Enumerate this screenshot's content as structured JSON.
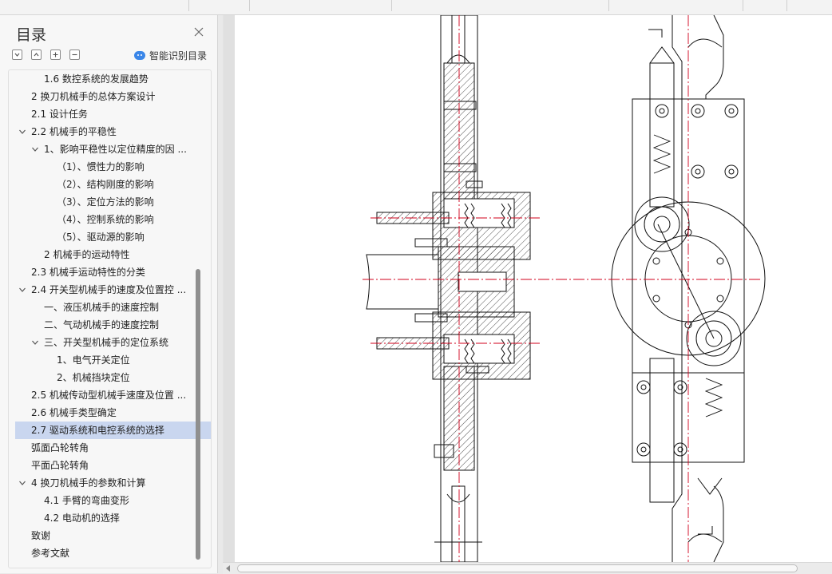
{
  "sidebar": {
    "title": "目录",
    "smart_toc_label": "智能识别目录",
    "items": [
      {
        "label": "1.6 数控系统的发展趋势"
      },
      {
        "label": "2 换刀机械手的总体方案设计"
      },
      {
        "label": "2.1 设计任务"
      },
      {
        "label": "2.2 机械手的平稳性"
      },
      {
        "label": "1、影响平稳性以定位精度的因 ..."
      },
      {
        "label": "（1）、惯性力的影响"
      },
      {
        "label": "（2）、结构刚度的影响"
      },
      {
        "label": "（3）、定位方法的影响"
      },
      {
        "label": "（4）、控制系统的影响"
      },
      {
        "label": "（5）、驱动源的影响"
      },
      {
        "label": "2 机械手的运动特性"
      },
      {
        "label": "2.3 机械手运动特性的分类"
      },
      {
        "label": "2.4 开关型机械手的速度及位置控 ..."
      },
      {
        "label": "一、液压机械手的速度控制"
      },
      {
        "label": "二、气动机械手的速度控制"
      },
      {
        "label": "三、开关型机械手的定位系统"
      },
      {
        "label": "1、电气开关定位"
      },
      {
        "label": "2、机械挡块定位"
      },
      {
        "label": "2.5 机械传动型机械手速度及位置 ..."
      },
      {
        "label": "2.6 机械手类型确定"
      },
      {
        "label": "2.7 驱动系统和电控系统的选择"
      },
      {
        "label": "弧面凸轮转角"
      },
      {
        "label": "平面凸轮转角"
      },
      {
        "label": "4 换刀机械手的参数和计算"
      },
      {
        "label": "4.1 手臂的弯曲变形"
      },
      {
        "label": "4.2 电动机的选择"
      },
      {
        "label": "致谢"
      },
      {
        "label": "参考文献"
      }
    ]
  },
  "colors": {
    "selected": "#c9d6ef",
    "centerline": "#d0021b",
    "accent": "#3a86e8"
  }
}
